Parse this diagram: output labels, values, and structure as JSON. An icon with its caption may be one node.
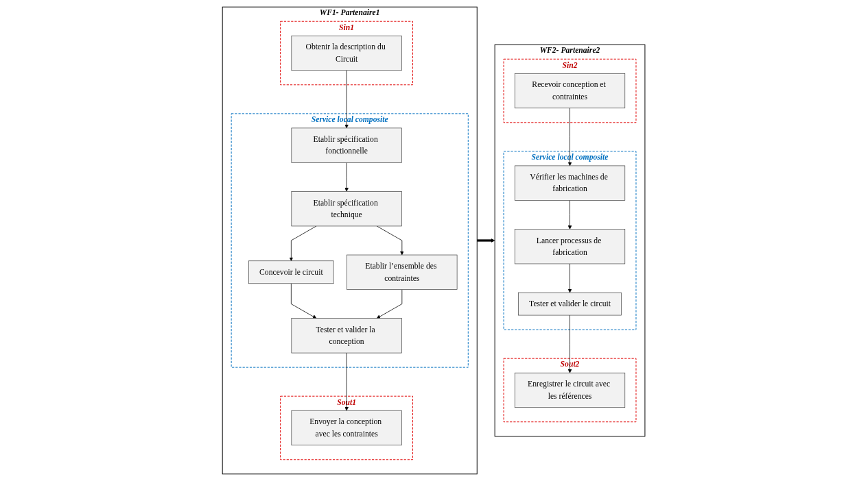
{
  "diagram": {
    "nodes": [
      {
        "text": [
          "WF1- Partenaire1"
        ]
      },
      {
        "text": [
          "Sin1"
        ],
        "in": 0
      },
      {
        "text": [
          "Obtenir la description du Circuit"
        ],
        "in": 1
      },
      {
        "text": [
          "Service local composite"
        ],
        "in": 0
      },
      {
        "text": [
          "Etablir spécification fonctionnelle"
        ],
        "in": 3
      },
      {
        "text": [
          "Etablir spécification technique"
        ],
        "in": 3
      },
      {
        "text": [
          "Concevoir le circuit"
        ],
        "in": 3
      },
      {
        "text": [
          "Etablir l’ensemble des contraintes"
        ],
        "in": 3
      },
      {
        "text": [
          "Tester et valider la conception"
        ],
        "in": 3
      },
      {
        "text": [
          "Sout1"
        ],
        "in": 0
      },
      {
        "text": [
          "Envoyer la conception avec les contraintes"
        ],
        "in": 9
      },
      {
        "text": [
          "WF2- Partenaire2"
        ]
      },
      {
        "text": [
          "Sin2"
        ],
        "in": 11
      },
      {
        "text": [
          "Recevoir conception et contraintes"
        ],
        "in": 12
      },
      {
        "text": [
          "Service local composite"
        ],
        "in": 11
      },
      {
        "text": [
          "Vérifier les machines de fabrication"
        ],
        "in": 14
      },
      {
        "text": [
          "Lancer processus de fabrication"
        ],
        "in": 14
      },
      {
        "text": [
          "Tester et valider le circuit"
        ],
        "in": 14
      },
      {
        "text": [
          "Sout2"
        ],
        "in": 11
      },
      {
        "text": [
          "Enregistrer le circuit avec les références"
        ],
        "in": 18
      }
    ],
    "edges": [
      {
        "from": 2,
        "to": 4,
        "arrow": "to"
      },
      {
        "from": 4,
        "to": 5,
        "arrow": "to"
      },
      {
        "from": 5,
        "to": 6,
        "arrow": "to"
      },
      {
        "from": 5,
        "to": 7,
        "arrow": "to"
      },
      {
        "from": 6,
        "to": 8,
        "arrow": "to"
      },
      {
        "from": 7,
        "to": 8,
        "arrow": "to"
      },
      {
        "from": 8,
        "to": 10,
        "arrow": "to"
      },
      {
        "from": 0,
        "to": 11,
        "arrow": "to",
        "style": "thick"
      },
      {
        "from": 13,
        "to": 15,
        "arrow": "to"
      },
      {
        "from": 15,
        "to": 16,
        "arrow": "to"
      },
      {
        "from": 16,
        "to": 17,
        "arrow": "to"
      },
      {
        "from": 17,
        "to": 19,
        "arrow": "to"
      }
    ]
  }
}
